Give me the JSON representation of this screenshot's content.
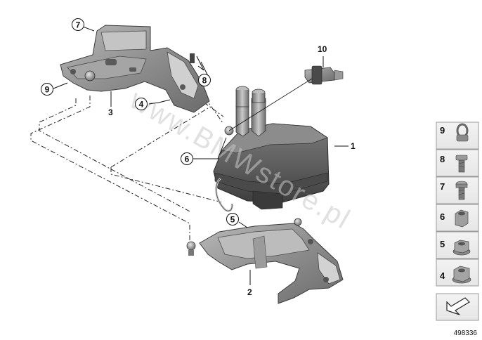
{
  "watermark": "www.BMWstore.pl",
  "reference_number": "498336",
  "callouts": {
    "c1": "1",
    "c2": "2",
    "c3": "3",
    "c4": "4",
    "c5": "5",
    "c6": "6",
    "c7": "7",
    "c8": "8",
    "c9": "9",
    "c10": "10"
  },
  "legend": {
    "items": [
      {
        "number": "9",
        "icon": "clip-nut-icon"
      },
      {
        "number": "8",
        "icon": "hex-screw-icon"
      },
      {
        "number": "7",
        "icon": "torx-screw-icon"
      },
      {
        "number": "6",
        "icon": "hex-nut-icon"
      },
      {
        "number": "5",
        "icon": "collar-nut-icon"
      },
      {
        "number": "4",
        "icon": "flange-nut-icon"
      }
    ],
    "arrow_icon": "view-arrow-icon"
  }
}
